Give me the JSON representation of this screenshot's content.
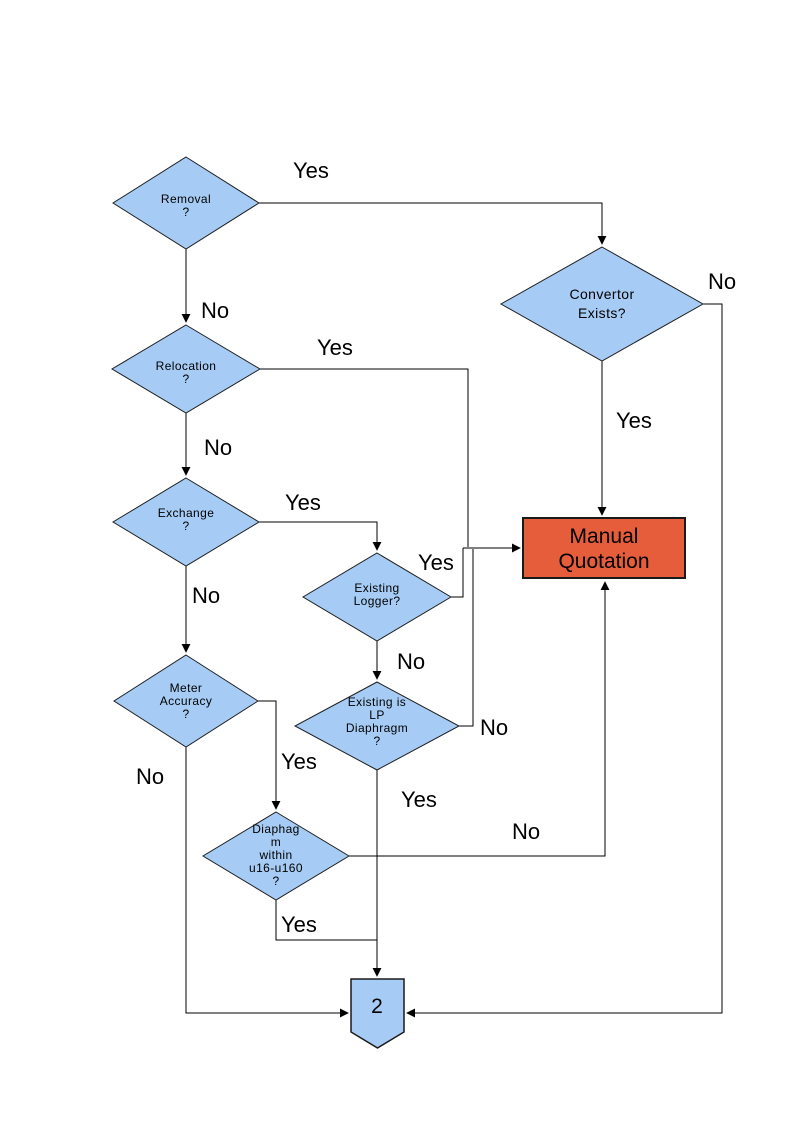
{
  "palette": {
    "decision_fill": "#A6CCF5",
    "process_fill": "#E65D3B",
    "connector_fill": "#A6CCF5",
    "line_color": "#000000",
    "background": "#FFFFFF"
  },
  "nodes": {
    "removal": {
      "type": "decision",
      "lines": [
        "Removal",
        "?"
      ]
    },
    "relocation": {
      "type": "decision",
      "lines": [
        "Relocation",
        "?"
      ]
    },
    "exchange": {
      "type": "decision",
      "lines": [
        "Exchange",
        "?"
      ]
    },
    "convertor_exists": {
      "type": "decision",
      "lines": [
        "Convertor",
        "Exists?"
      ]
    },
    "existing_logger": {
      "type": "decision",
      "lines": [
        "Existing",
        "Logger?"
      ]
    },
    "meter_accuracy": {
      "type": "decision",
      "lines": [
        "Meter",
        "Accuracy",
        "?"
      ]
    },
    "existing_lp_diaphragm": {
      "type": "decision",
      "lines": [
        "Existing is",
        "LP",
        "Diaphragm",
        "?"
      ]
    },
    "diaphagm_within_range": {
      "type": "decision",
      "lines": [
        "Diaphag",
        "m",
        "within",
        "u16-u160",
        "?"
      ]
    },
    "manual_quotation": {
      "type": "process",
      "lines": [
        "Manual",
        "Quotation"
      ]
    },
    "offpage_connector": {
      "type": "connector",
      "label": "2"
    }
  },
  "edge_labels": {
    "removal_yes": "Yes",
    "removal_no": "No",
    "relocation_yes": "Yes",
    "relocation_no": "No",
    "exchange_yes": "Yes",
    "exchange_no": "No",
    "convertor_yes": "Yes",
    "convertor_no": "No",
    "logger_yes": "Yes",
    "logger_no": "No",
    "lp_yes": "Yes",
    "lp_no": "No",
    "meter_yes": "Yes",
    "meter_no": "No",
    "diaphagm_yes": "Yes",
    "diaphagm_no": "No"
  }
}
